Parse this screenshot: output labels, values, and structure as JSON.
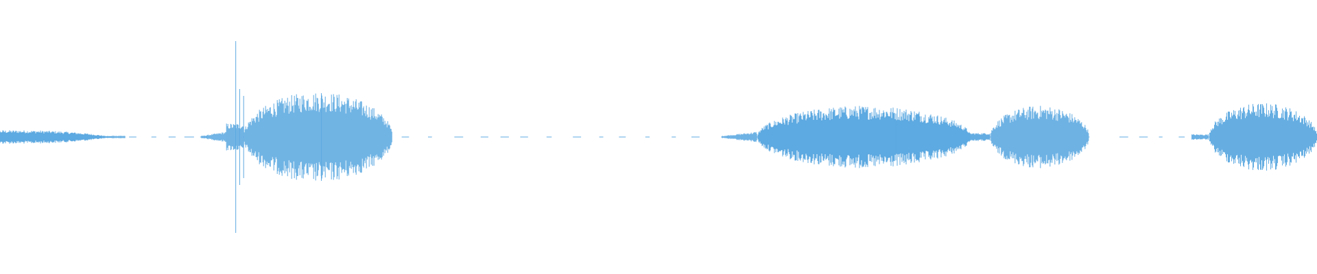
{
  "waveform": {
    "color": "#5DA9E1",
    "background": "#FFFFFF",
    "amplitude_range": [
      -1,
      1
    ],
    "duration_fraction_range": [
      0,
      1
    ],
    "segments": [
      {
        "start": 0.0,
        "end": 0.085,
        "peak": 0.05,
        "shape": "taper-out"
      },
      {
        "start": 0.085,
        "end": 0.095,
        "peak": 0.01,
        "shape": "flat"
      },
      {
        "start": 0.153,
        "end": 0.172,
        "peak": 0.04,
        "shape": "taper-in"
      },
      {
        "start": 0.172,
        "end": 0.185,
        "peak": 0.1,
        "shape": "flat"
      },
      {
        "start": 0.185,
        "end": 0.298,
        "peak": 0.33,
        "shape": "swell"
      },
      {
        "start": 0.548,
        "end": 0.575,
        "peak": 0.04,
        "shape": "taper-in"
      },
      {
        "start": 0.575,
        "end": 0.737,
        "peak": 0.23,
        "shape": "swell"
      },
      {
        "start": 0.737,
        "end": 0.752,
        "peak": 0.03,
        "shape": "flat"
      },
      {
        "start": 0.752,
        "end": 0.827,
        "peak": 0.23,
        "shape": "swell"
      },
      {
        "start": 0.905,
        "end": 0.918,
        "peak": 0.02,
        "shape": "flat"
      },
      {
        "start": 0.918,
        "end": 1.0,
        "peak": 0.25,
        "shape": "swell"
      }
    ],
    "spikes": [
      {
        "at": 0.179,
        "peak": 0.7
      },
      {
        "at": 0.182,
        "peak": 0.35
      },
      {
        "at": 0.185,
        "peak": 0.3
      },
      {
        "at": 0.244,
        "peak": 0.32
      },
      {
        "at": 0.68,
        "peak": 0.13
      }
    ],
    "sparse_ticks": [
      0.098,
      0.115,
      0.128,
      0.14,
      0.152,
      0.305,
      0.325,
      0.345,
      0.365,
      0.38,
      0.395,
      0.415,
      0.435,
      0.455,
      0.47,
      0.49,
      0.51,
      0.525,
      0.85,
      0.865,
      0.88,
      0.895
    ]
  }
}
